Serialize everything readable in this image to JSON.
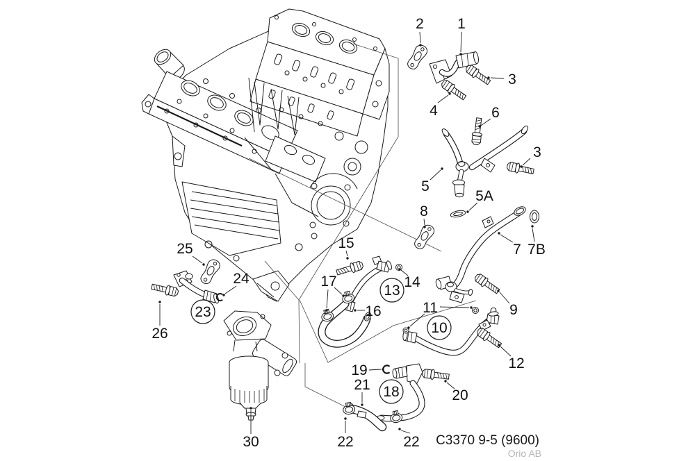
{
  "caption": {
    "code": "C3370 9-5 (9600)",
    "publisher": "Orio AB"
  },
  "colors": {
    "background": "#ffffff",
    "line_art": "#1a1a1a",
    "association_lines": "#4a4a4a",
    "caption_code": "#1a1a1a",
    "caption_publisher": "#b5b5b5"
  },
  "circled_callouts": [
    "10",
    "13",
    "18",
    "23"
  ],
  "callouts": {
    "c1": {
      "label": "1"
    },
    "c2": {
      "label": "2"
    },
    "c3a": {
      "label": "3"
    },
    "c3b": {
      "label": "3"
    },
    "c4": {
      "label": "4"
    },
    "c5": {
      "label": "5"
    },
    "c5A": {
      "label": "5A"
    },
    "c6": {
      "label": "6"
    },
    "c7": {
      "label": "7"
    },
    "c7B": {
      "label": "7B"
    },
    "c8": {
      "label": "8"
    },
    "c9": {
      "label": "9"
    },
    "c10": {
      "label": "10"
    },
    "c11": {
      "label": "11"
    },
    "c12": {
      "label": "12"
    },
    "c13": {
      "label": "13"
    },
    "c14": {
      "label": "14"
    },
    "c15": {
      "label": "15"
    },
    "c16": {
      "label": "16"
    },
    "c17": {
      "label": "17"
    },
    "c18": {
      "label": "18"
    },
    "c19": {
      "label": "19"
    },
    "c20": {
      "label": "20"
    },
    "c21": {
      "label": "21"
    },
    "c22a": {
      "label": "22"
    },
    "c22b": {
      "label": "22"
    },
    "c23": {
      "label": "23"
    },
    "c24": {
      "label": "24"
    },
    "c25": {
      "label": "25"
    },
    "c26": {
      "label": "26"
    },
    "c30": {
      "label": "30"
    }
  }
}
